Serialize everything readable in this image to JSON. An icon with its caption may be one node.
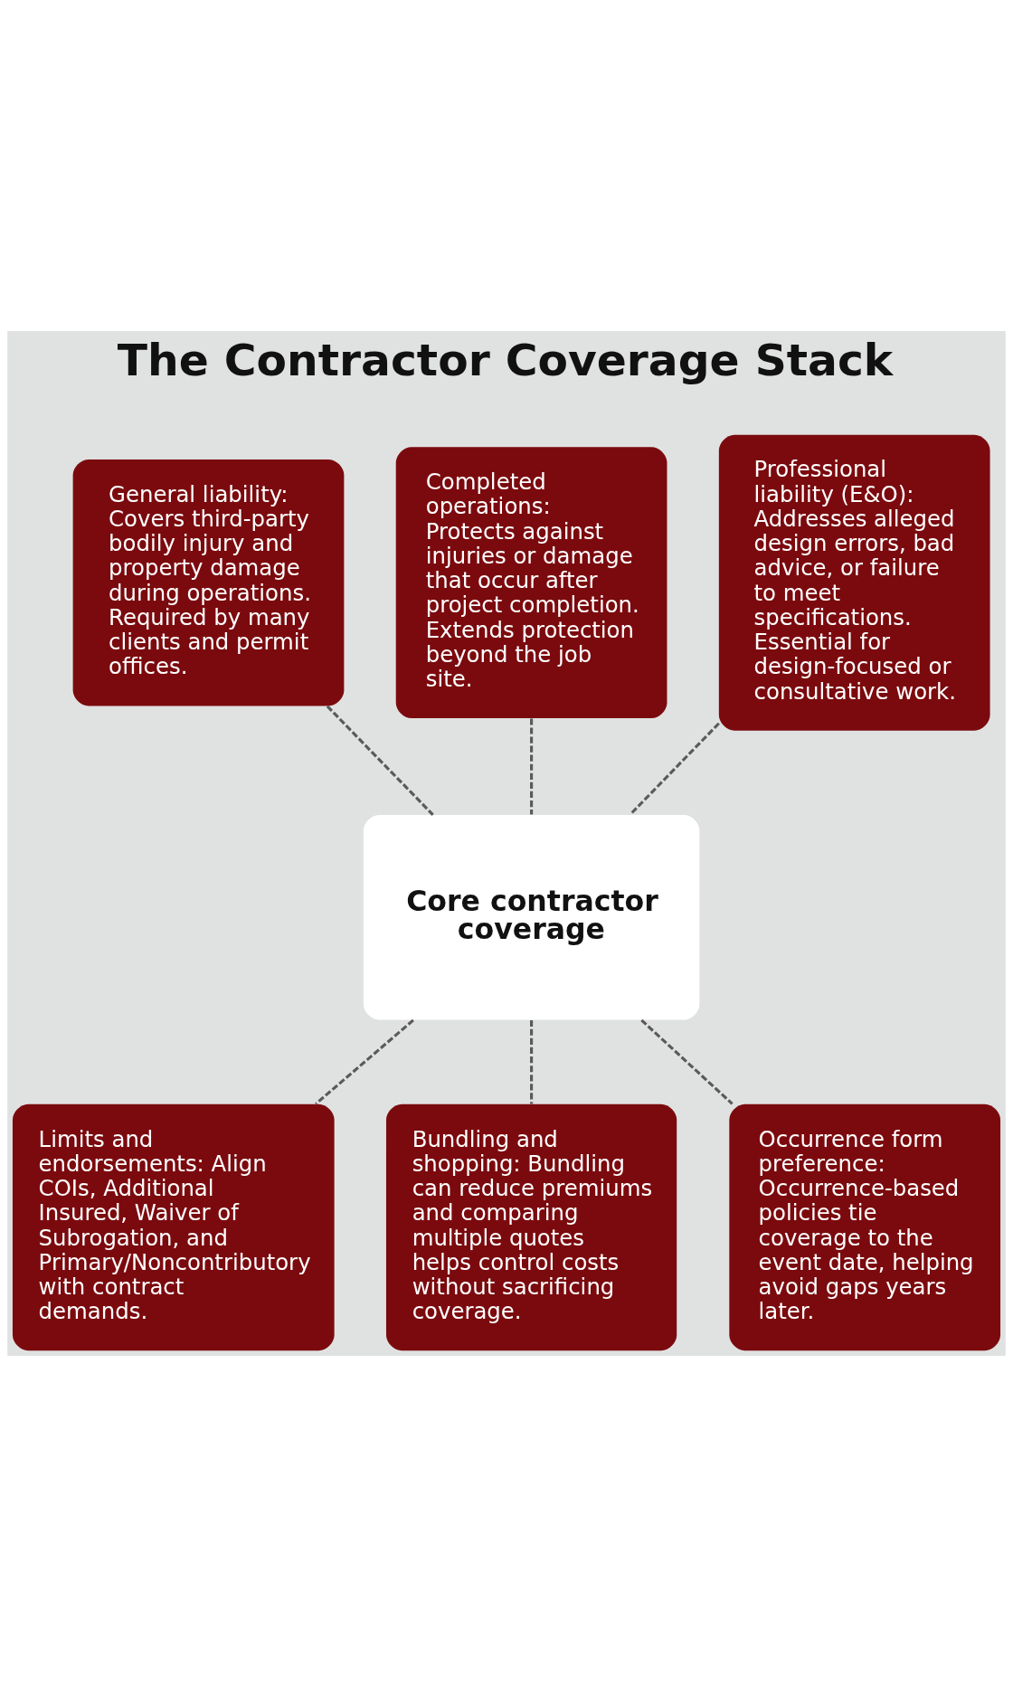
{
  "diagram": {
    "title": "The Contractor Coverage Stack",
    "nodes": [
      {
        "text": [
          "General liability: Covers third-party bodily injury and property damage during operations. Required by many clients and permit offices."
        ]
      },
      {
        "text": [
          "Completed operations: Protects against injuries or damage that occur after project completion. Extends protection beyond the job site."
        ]
      },
      {
        "text": [
          "Professional liability (E&O): Addresses alleged design errors, bad advice, or failure to meet specifications. Essential for design-focused or consultative work."
        ]
      },
      {
        "text": [
          "Core contractor coverage"
        ]
      },
      {
        "text": [
          "Limits and endorsements: Align COIs, Additional Insured, Waiver of Subrogation, and Primary/Noncontributory with contract demands."
        ]
      },
      {
        "text": [
          "Bundling and shopping: Bundling can reduce premiums and comparing multiple quotes helps control costs without sacrificing coverage."
        ]
      },
      {
        "text": [
          "Occurrence form preference: Occurrence-based policies tie coverage to the event date, helping avoid gaps years later."
        ]
      }
    ],
    "edges": [
      {
        "from": 0,
        "to": 3,
        "arrow": "none",
        "style": "dashed"
      },
      {
        "from": 1,
        "to": 3,
        "arrow": "none",
        "style": "dashed"
      },
      {
        "from": 2,
        "to": 3,
        "arrow": "none",
        "style": "dashed"
      },
      {
        "from": 3,
        "to": 4,
        "arrow": "none",
        "style": "dashed"
      },
      {
        "from": 3,
        "to": 5,
        "arrow": "none",
        "style": "dashed"
      },
      {
        "from": 3,
        "to": 6,
        "arrow": "none",
        "style": "dashed"
      }
    ]
  }
}
